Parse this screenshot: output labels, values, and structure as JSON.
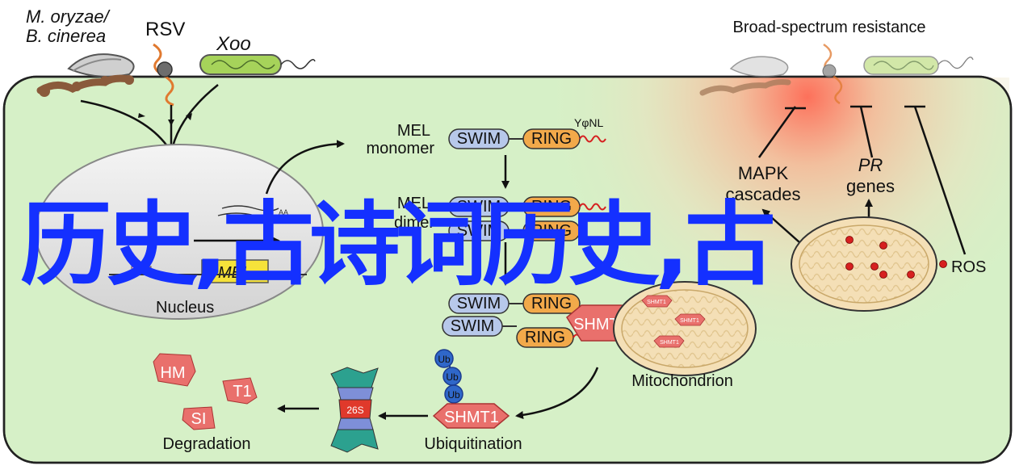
{
  "pathogens": {
    "fungi_line1": "M. oryzae/",
    "fungi_line2": "B. cinerea",
    "virus": "RSV",
    "bacterium": "Xoo",
    "resistance_title": "Broad-spectrum resistance"
  },
  "mel": {
    "monomer_line1": "MEL",
    "monomer_line2": "monomer",
    "dimer_line1": "MEL",
    "dimer_line2": "dimer",
    "gene_label": "MEL",
    "swim": "SWIM",
    "ring": "RING",
    "motif": "YφNL",
    "aa": "AA"
  },
  "compartments": {
    "nucleus": "Nucleus",
    "mitochondrion": "Mitochondrion"
  },
  "shmt1": {
    "label": "SHMT1",
    "small_label": "SHMT1",
    "ub": "Ub",
    "proteasome": "26S",
    "ubiquitination": "Ubiquitination",
    "degradation": "Degradation",
    "fragment_1": "HM",
    "fragment_2": "T1",
    "fragment_3": "SI"
  },
  "signaling": {
    "mapk_line1": "MAPK",
    "mapk_line2": "cascades",
    "pr_line1": "PR",
    "pr_line2": "genes",
    "ros": "ROS"
  },
  "overlay_text": "历史,古诗词历史,古",
  "colors": {
    "cell_fill": "#d6f0c7",
    "swim_fill": "#b7c8ea",
    "ring_fill": "#f2a94a",
    "shmt_fill": "#e9706c",
    "ub_fill": "#2f67c9",
    "overlay_text": "#1430ff",
    "ros_dot": "#d62020"
  }
}
